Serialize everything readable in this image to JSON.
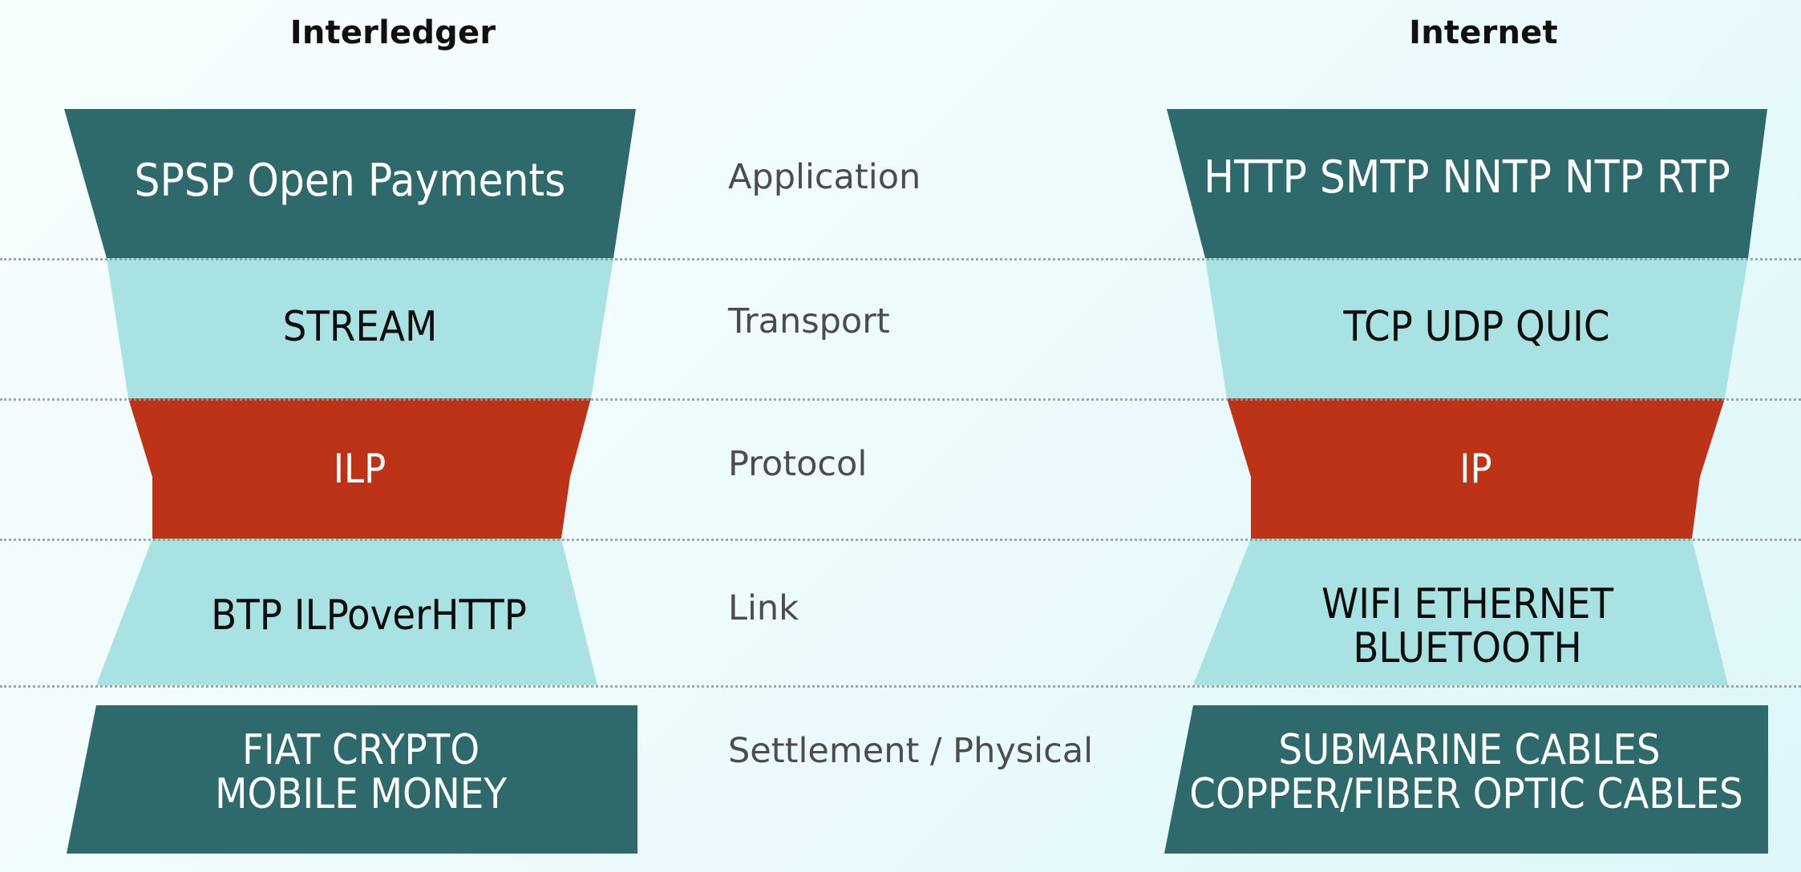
{
  "palette": {
    "dark_teal": "#2E6A6B",
    "light_blue": "#A8E2E2",
    "red": "#BC3317",
    "bg_start": "#F6FDFD",
    "bg_end": "#DDF6F9",
    "divider": "#8D9A9A",
    "mid_label_text": "#4C4C4C",
    "title_text": "#12100F"
  },
  "columns": {
    "left": {
      "title": "Interledger"
    },
    "right": {
      "title": "Internet"
    }
  },
  "layers": [
    {
      "name": "application",
      "middle_label": "Application",
      "color_key": "dark_teal",
      "left_lines": [
        "SPSP   Open Payments"
      ],
      "right_lines": [
        "HTTP  SMTP  NNTP  NTP  RTP"
      ]
    },
    {
      "name": "transport",
      "middle_label": "Transport",
      "color_key": "light_blue",
      "left_lines": [
        "STREAM"
      ],
      "right_lines": [
        "TCP  UDP  QUIC"
      ]
    },
    {
      "name": "protocol",
      "middle_label": "Protocol",
      "color_key": "red",
      "left_lines": [
        "ILP"
      ],
      "right_lines": [
        "IP"
      ]
    },
    {
      "name": "link",
      "middle_label": "Link",
      "color_key": "light_blue",
      "left_lines": [
        "BTP  ILPoverHTTP"
      ],
      "right_lines": [
        "WIFI   ETHERNET",
        "BLUETOOTH"
      ]
    },
    {
      "name": "settlement-physical",
      "middle_label": "Settlement / Physical",
      "color_key": "dark_teal",
      "left_lines": [
        "FIAT   CRYPTO",
        "MOBILE MONEY"
      ],
      "right_lines": [
        "SUBMARINE CABLES",
        "COPPER/FIBER OPTIC CABLES"
      ]
    }
  ],
  "geometry": {
    "divider_y": [
      322,
      497,
      672,
      855
    ]
  }
}
